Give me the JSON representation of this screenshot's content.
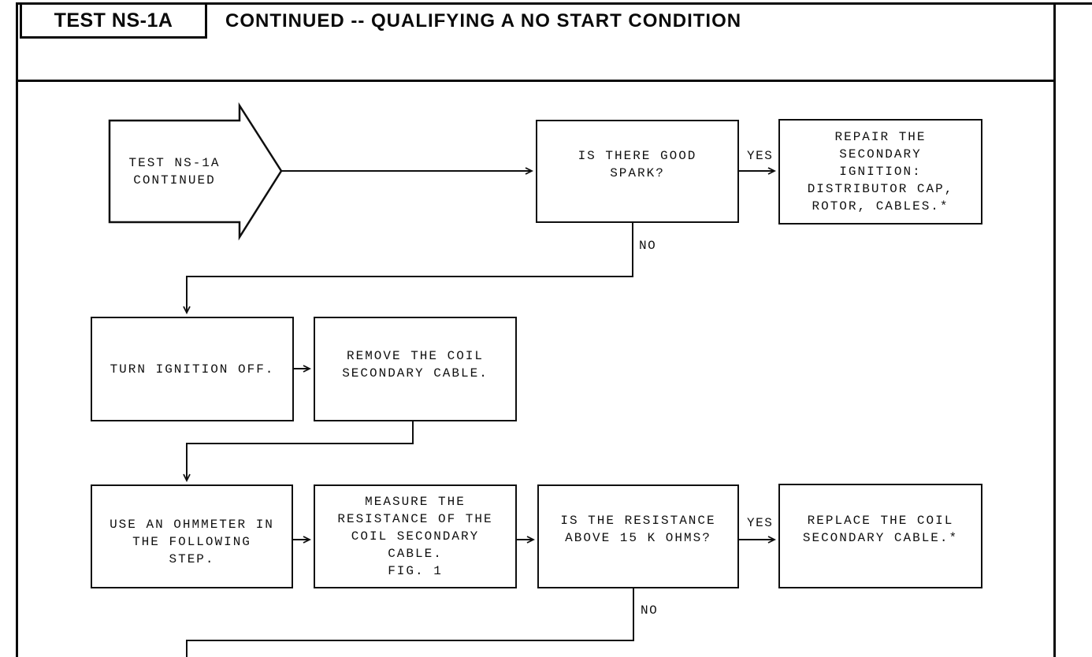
{
  "header": {
    "test_label": "TEST NS-1A",
    "title": "CONTINUED -- QUALIFYING A NO START CONDITION"
  },
  "flowchart": {
    "nodes": [
      {
        "id": "start",
        "shape": "arrow",
        "text": "TEST NS-1A\nCONTINUED"
      },
      {
        "id": "spark-question",
        "shape": "box",
        "text": "IS THERE GOOD\nSPARK?"
      },
      {
        "id": "repair-secondary-ignition",
        "shape": "box",
        "text": "REPAIR THE\nSECONDARY\nIGNITION:\nDISTRIBUTOR CAP,\nROTOR, CABLES.*"
      },
      {
        "id": "turn-ignition-off",
        "shape": "box",
        "text": "TURN IGNITION OFF."
      },
      {
        "id": "remove-coil-cable",
        "shape": "box",
        "text": "REMOVE THE COIL\nSECONDARY CABLE."
      },
      {
        "id": "use-ohmmeter",
        "shape": "box",
        "text": "USE AN OHMMETER IN\nTHE FOLLOWING\nSTEP."
      },
      {
        "id": "measure-resistance",
        "shape": "box",
        "text": "MEASURE THE\nRESISTANCE OF THE\nCOIL SECONDARY\nCABLE.\nFIG. 1"
      },
      {
        "id": "resistance-question",
        "shape": "box",
        "text": "IS THE RESISTANCE\nABOVE 15 K OHMS?"
      },
      {
        "id": "replace-coil-cable",
        "shape": "box",
        "text": "REPLACE THE COIL\nSECONDARY CABLE.*"
      }
    ],
    "edge_labels": [
      {
        "id": "spark-yes",
        "text": "YES"
      },
      {
        "id": "spark-no",
        "text": "NO"
      },
      {
        "id": "resistance-yes",
        "text": "YES"
      },
      {
        "id": "resistance-no",
        "text": "NO"
      }
    ]
  },
  "colors": {
    "ink": "#0a0a0a",
    "paper": "#ffffff"
  }
}
